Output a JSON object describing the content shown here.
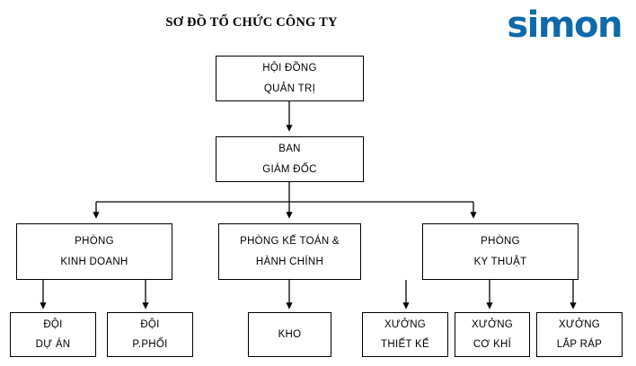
{
  "header": {
    "title": "SƠ ĐỒ TỔ CHỨC CÔNG TY",
    "logo_text": "simon",
    "logo_color": "#0e6aab"
  },
  "colors": {
    "background": "#ffffff",
    "box_border": "#000000",
    "text": "#000000",
    "connector": "#000000",
    "brand": "#0e6aab"
  },
  "nodes": {
    "board": {
      "line1": "HỘI ĐỒNG",
      "line2": "QUẢN TRỊ"
    },
    "directors": {
      "line1": "BAN",
      "line2": "GIÁM ĐỐC"
    },
    "sales": {
      "line1": "PHÒNG",
      "line2": "KINH DOANH"
    },
    "accounting": {
      "line1": "PHÒNG KẾ TOÁN &",
      "line2": "HÀNH CHÍNH"
    },
    "technical": {
      "line1": "PHÒNG",
      "line2": "KY THUẬT"
    },
    "project_team": {
      "line1": "ĐỘI",
      "line2": "DỰ ÁN"
    },
    "distribution_team": {
      "line1": "ĐỘI",
      "line2": "P.PHỐI"
    },
    "warehouse": {
      "line1": "KHO",
      "line2": ""
    },
    "design_shop": {
      "line1": "XƯỞNG",
      "line2": "THIẾT KẾ"
    },
    "mechanical_shop": {
      "line1": "XƯỞNG",
      "line2": "CƠ KHÍ"
    },
    "assembly_shop": {
      "line1": "XƯỞNG",
      "line2": "LẮP RÁP"
    }
  },
  "chart_data": {
    "type": "diagram",
    "title": "SƠ ĐỒ TỔ CHỨC CÔNG TY",
    "levels": [
      {
        "level": 1,
        "nodes": [
          "HỘI ĐỒNG QUẢN TRỊ"
        ]
      },
      {
        "level": 2,
        "nodes": [
          "BAN GIÁM ĐỐC"
        ]
      },
      {
        "level": 3,
        "nodes": [
          "PHÒNG KINH DOANH",
          "PHÒNG KẾ TOÁN & HÀNH CHÍNH",
          "PHÒNG KY THUẬT"
        ]
      },
      {
        "level": 4,
        "nodes": [
          "ĐỘI DỰ ÁN",
          "ĐỘI P.PHỐI",
          "KHO",
          "XƯỞNG THIẾT KẾ",
          "XƯỞNG CƠ KHÍ",
          "XƯỞNG LẮP RÁP"
        ]
      }
    ],
    "edges": [
      {
        "from": "HỘI ĐỒNG QUẢN TRỊ",
        "to": "BAN GIÁM ĐỐC"
      },
      {
        "from": "BAN GIÁM ĐỐC",
        "to": "PHÒNG KINH DOANH"
      },
      {
        "from": "BAN GIÁM ĐỐC",
        "to": "PHÒNG KẾ TOÁN & HÀNH CHÍNH"
      },
      {
        "from": "BAN GIÁM ĐỐC",
        "to": "PHÒNG KY THUẬT"
      },
      {
        "from": "PHÒNG KINH DOANH",
        "to": "ĐỘI DỰ ÁN"
      },
      {
        "from": "PHÒNG KINH DOANH",
        "to": "ĐỘI P.PHỐI"
      },
      {
        "from": "PHÒNG KẾ TOÁN & HÀNH CHÍNH",
        "to": "KHO"
      },
      {
        "from": "PHÒNG KY THUẬT",
        "to": "XƯỞNG THIẾT KẾ"
      },
      {
        "from": "PHÒNG KY THUẬT",
        "to": "XƯỞNG CƠ KHÍ"
      },
      {
        "from": "PHÒNG KY THUẬT",
        "to": "XƯỞNG LẮP RÁP"
      }
    ],
    "edge_style": "orthogonal-arrow",
    "legend": []
  }
}
